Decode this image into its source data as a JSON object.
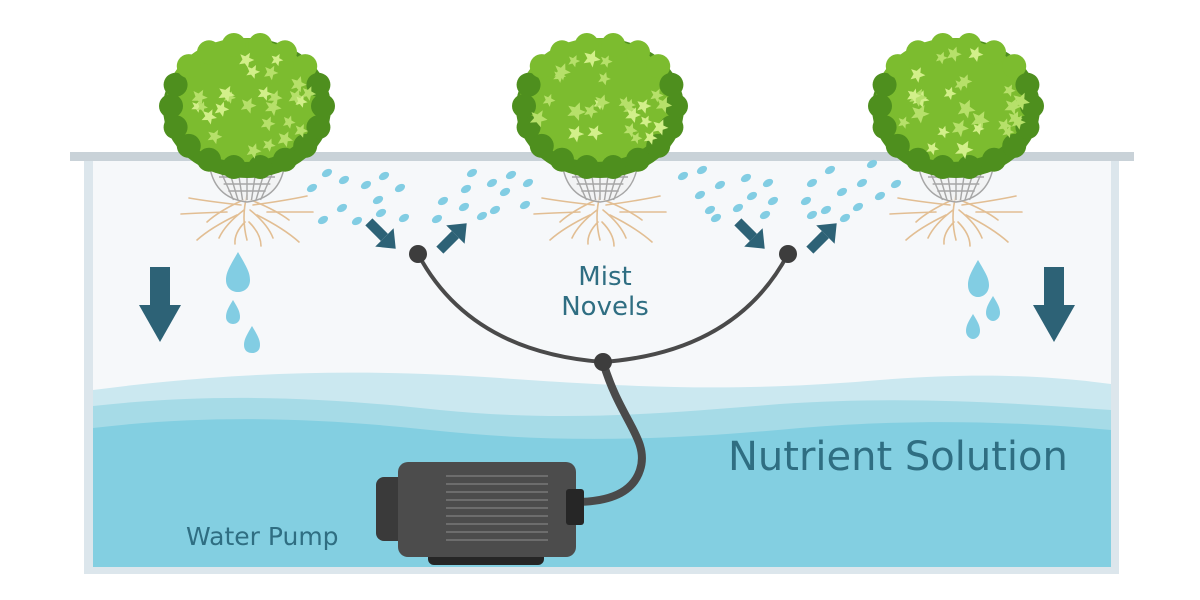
{
  "labels": {
    "mist_line1": "Mist",
    "mist_line2": "Novels",
    "nutrient_solution": "Nutrient Solution",
    "water_pump": "Water Pump"
  },
  "colors": {
    "label_text": "#2f6e82",
    "tank_frame": "#dce6ec",
    "tank_air": "#f6f8fa",
    "water_light": "#cbe8f0",
    "water_mid": "#a6dbe7",
    "water_deep": "#83cfe1",
    "arrow": "#2d6276",
    "droplet": "#82cde3",
    "pump_body": "#4c4c4c",
    "pump_dark": "#262626",
    "hose": "#4a4a4a",
    "plant_dark": "#4e8f1e",
    "plant_mid": "#7cbc2f",
    "plant_light": "#b6e06a",
    "roots": "#e2be93",
    "basket": "#a6a6a6"
  },
  "plant_count": 3,
  "icons": [
    "plant-icon",
    "net-pot-icon",
    "roots-icon",
    "mist-nozzle-icon",
    "water-droplet-icon",
    "down-arrow-icon",
    "spray-arrow-icon",
    "water-pump-icon"
  ]
}
